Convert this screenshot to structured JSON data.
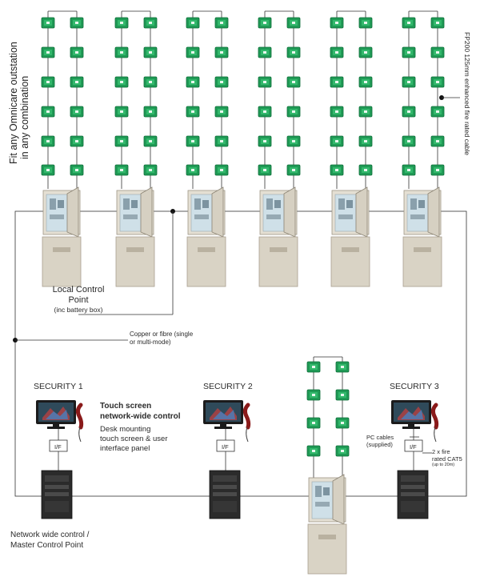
{
  "labels": {
    "vertical_left": [
      "Fit any Omnicare outstation",
      "in any combination"
    ],
    "vertical_right": "FP200 125mm enhanced fire rated cable",
    "local_control_title": [
      "Local Control",
      "Point"
    ],
    "local_control_sub": "(inc battery box)",
    "copper_fibre": [
      "Copper or fibre (single",
      "or multi-mode)"
    ],
    "security1": "SECURITY 1",
    "security2": "SECURITY 2",
    "security3": "SECURITY 3",
    "touch_title": [
      "Touch screen",
      "network-wide control"
    ],
    "touch_desc": [
      "Desk mounting",
      "touch screen & user",
      "interface panel"
    ],
    "if_label": "I/F",
    "pc_cables": [
      "PC cables",
      "(supplied)"
    ],
    "cat5": [
      "2 x fire",
      "rated CAT5"
    ],
    "cat5_sub": "(up to 20m)",
    "network_wide": [
      "Network wide control /",
      "Master Control Point"
    ]
  },
  "colors": {
    "outstation_green": "#1f9a55",
    "outstation_dark": "#0f6e3a",
    "cabinet": "#d9d3c5",
    "cabinet_dark": "#b9b1a0",
    "rack": "#2a2a2a",
    "line": "#222222"
  }
}
